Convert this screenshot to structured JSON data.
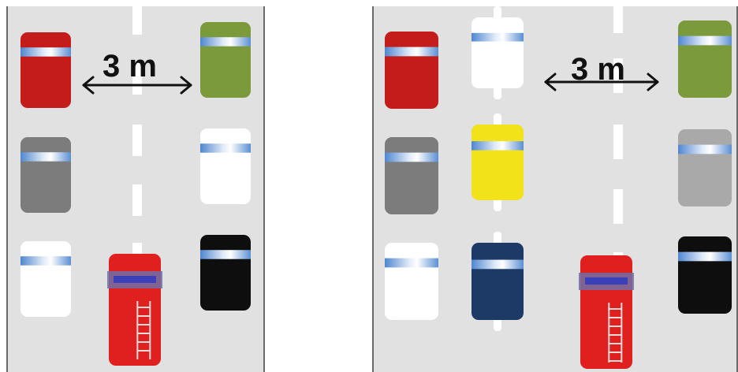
{
  "diagrams": [
    {
      "id": "left",
      "distance_label": "3 m",
      "vehicles": [
        {
          "kind": "car",
          "color": "#c41b1b"
        },
        {
          "kind": "car",
          "color": "#7a9a3c"
        },
        {
          "kind": "car",
          "color": "#7c7c7c"
        },
        {
          "kind": "car",
          "color": "#ffffff"
        },
        {
          "kind": "car",
          "color": "#ffffff"
        },
        {
          "kind": "fire-truck",
          "color": "#e0201f"
        },
        {
          "kind": "car",
          "color": "#0e0e0e"
        }
      ]
    },
    {
      "id": "right",
      "distance_label": "3 m",
      "vehicles": [
        {
          "kind": "car",
          "color": "#c41b1b"
        },
        {
          "kind": "motorcycle",
          "color": "#ffffff"
        },
        {
          "kind": "car",
          "color": "#7a9a3c"
        },
        {
          "kind": "car",
          "color": "#7c7c7c"
        },
        {
          "kind": "motorcycle",
          "color": "#f1e21a"
        },
        {
          "kind": "car",
          "color": "#a9a9a9"
        },
        {
          "kind": "car",
          "color": "#ffffff"
        },
        {
          "kind": "motorcycle",
          "color": "#1d3a66"
        },
        {
          "kind": "fire-truck",
          "color": "#e0201f"
        },
        {
          "kind": "car",
          "color": "#0e0e0e"
        }
      ]
    }
  ],
  "colors": {
    "road": "#e1e1e1",
    "lane_marking": "#ffffff",
    "border": "#6a6a6a",
    "windshield": "#4a7fc4"
  }
}
